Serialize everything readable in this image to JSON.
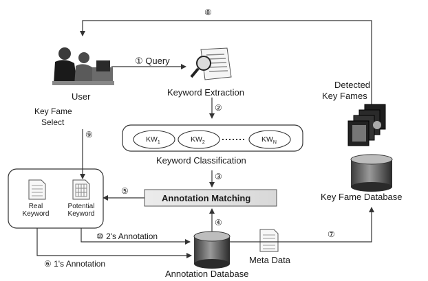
{
  "labels": {
    "user": "User",
    "key_frame_select_1": "Key Fame",
    "key_frame_select_2": "Select",
    "query": "① Query",
    "keyword_extraction": "Keyword Extraction",
    "detected_1": "Detected",
    "detected_2": "Key Fames",
    "keyword_classification": "Keyword Classification",
    "kw1": "KW",
    "kw1_sub": "1",
    "kw2": "KW",
    "kw2_sub": "2",
    "kwn": "KW",
    "kwn_sub": "N",
    "annotation_matching": "Annotation Matching",
    "key_frame_database": "Key Fame Database",
    "real_keyword_1": "Real",
    "real_keyword_2": "Keyword",
    "potential_keyword_1": "Potential",
    "potential_keyword_2": "Keyword",
    "second_annotation": "⑩ 2's Annotation",
    "first_annotation": "⑥ 1's Annotation",
    "meta_data": "Meta Data",
    "annotation_database": "Annotation Database"
  },
  "step_markers": {
    "s2": "②",
    "s3": "③",
    "s4": "④",
    "s5": "⑤",
    "s7": "⑦",
    "s8": "⑧",
    "s9": "⑨"
  }
}
